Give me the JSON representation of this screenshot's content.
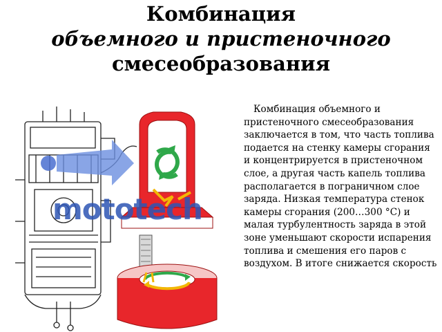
{
  "title": {
    "line1": "Комбинация",
    "line2": "объемного и пристеночного",
    "line3": "смесеобразования"
  },
  "body": {
    "paragraph": "Комбинация объемного и пристеночного смесеобразования заключается в том, что часть топлива подается на стенку камеры сгорания и концентрируется в пристеночном слое, а другая часть        капель топлива располагается в пограничном слое заряда. Низкая температура стенок камеры сгорания (200…300 °С) и малая турбулентность заряда в этой зоне уменьшают скорости испарения топлива и смешения его паров с воздухом. В итоге снижается скорость"
  },
  "logo": {
    "main": "mototech"
  },
  "colors": {
    "piston_red": "#e8262b",
    "arrow_blue": "#6b8fe0",
    "swirl_green": "#2fa84a",
    "spray_yellow": "#f2b705",
    "logo_blue": "#2d55b5"
  }
}
